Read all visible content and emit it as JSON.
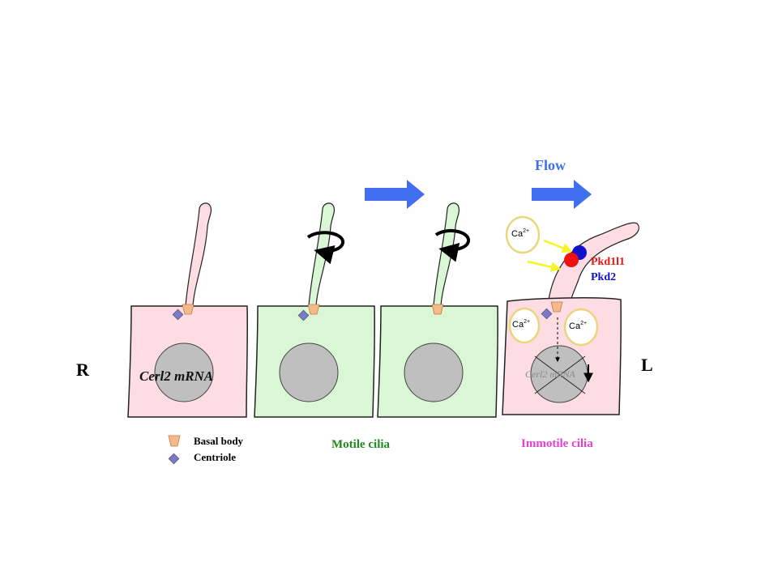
{
  "labels": {
    "flow": "Flow",
    "right_side": "R",
    "left_side": "L",
    "cerl2_mrna": "Cerl2 mRNA",
    "cerl2_mrna_faded": "Cerl2 mRNA",
    "motile_cilia": "Motile cilia",
    "immotile_cilia": "Immotile cilia",
    "pkd1l1": "Pkd1l1",
    "pkd2": "Pkd2"
  },
  "calcium": {
    "base": "Ca",
    "sup": "2+"
  },
  "legend": {
    "basal_body": "Basal body",
    "centriole": "Centriole"
  },
  "colors": {
    "pink_cell": "#fddde3",
    "green_cell": "#d9f7d4",
    "nucleus": "#bfbfbf",
    "flow_arrow": "#3f6ef0",
    "flow_text": "#3f6ef0",
    "motile_text": "#1f8a1f",
    "immotile_text": "#e53fd6",
    "pkd1l1": "#ee1111",
    "pkd2": "#1111cc",
    "basal_body": "#f7b98a",
    "centriole": "#7b79c8",
    "ca_arrow": "#f5f523"
  }
}
